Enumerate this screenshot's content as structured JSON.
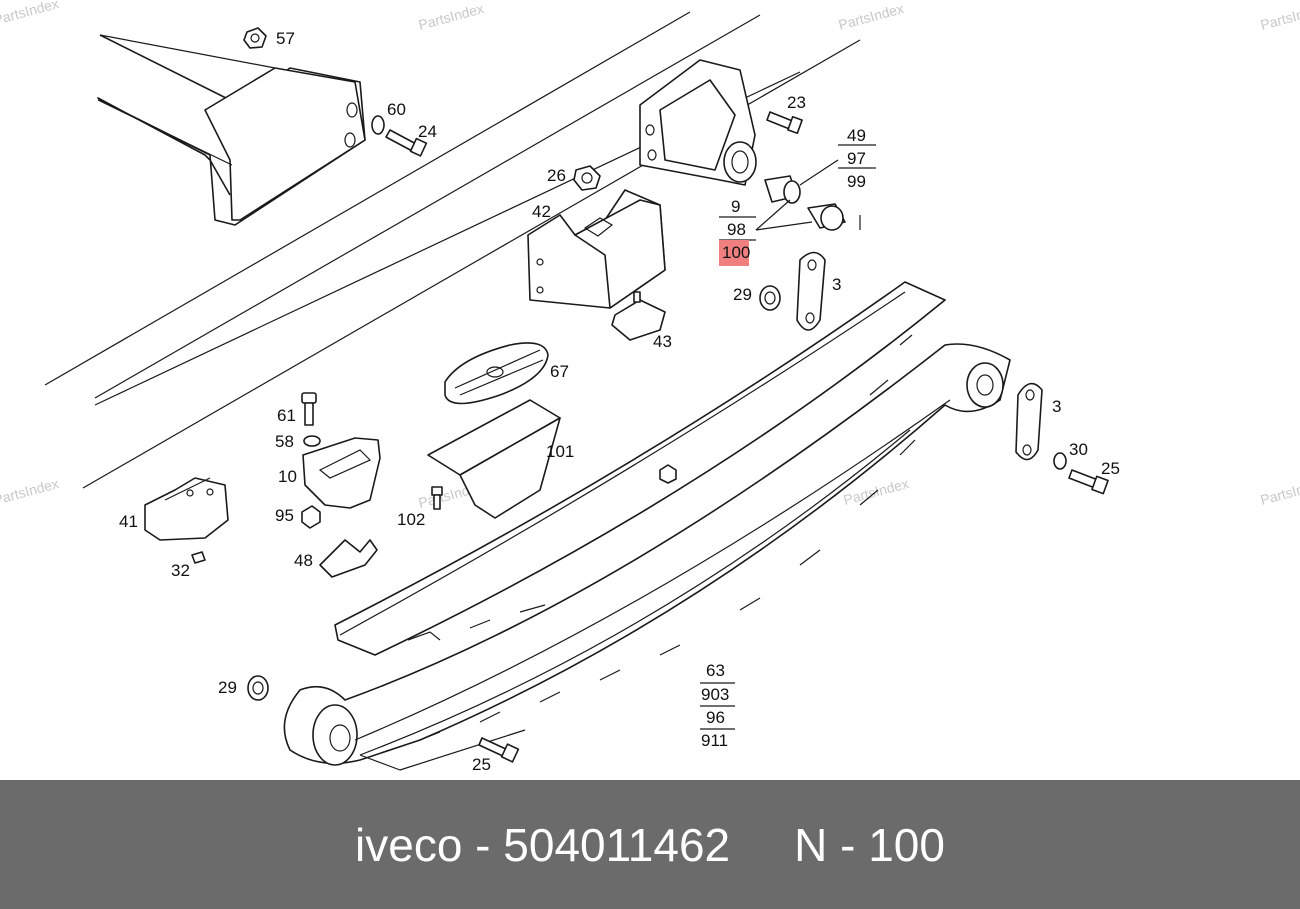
{
  "watermark": "PartsIndex",
  "highlight_color": "#f08080",
  "footer_color": "#6b6b6b",
  "footer": {
    "title": "iveco - 504011462",
    "ref": "N - 100"
  },
  "callouts": {
    "c57": "57",
    "c60": "60",
    "c24": "24",
    "c23": "23",
    "c49": "49",
    "c97": "97",
    "c99": "99",
    "c26": "26",
    "c42": "42",
    "c9": "9",
    "c98": "98",
    "c100": "100",
    "c29a": "29",
    "c3a": "3",
    "c43": "43",
    "c67": "67",
    "c61": "61",
    "c58": "58",
    "c10": "10",
    "c95": "95",
    "c101": "101",
    "c102": "102",
    "c41": "41",
    "c32": "32",
    "c48": "48",
    "c3b": "3",
    "c30": "30",
    "c25a": "25",
    "c63": "63",
    "c903": "903",
    "c96": "96",
    "c911": "911",
    "c29b": "29",
    "c25b": "25"
  }
}
